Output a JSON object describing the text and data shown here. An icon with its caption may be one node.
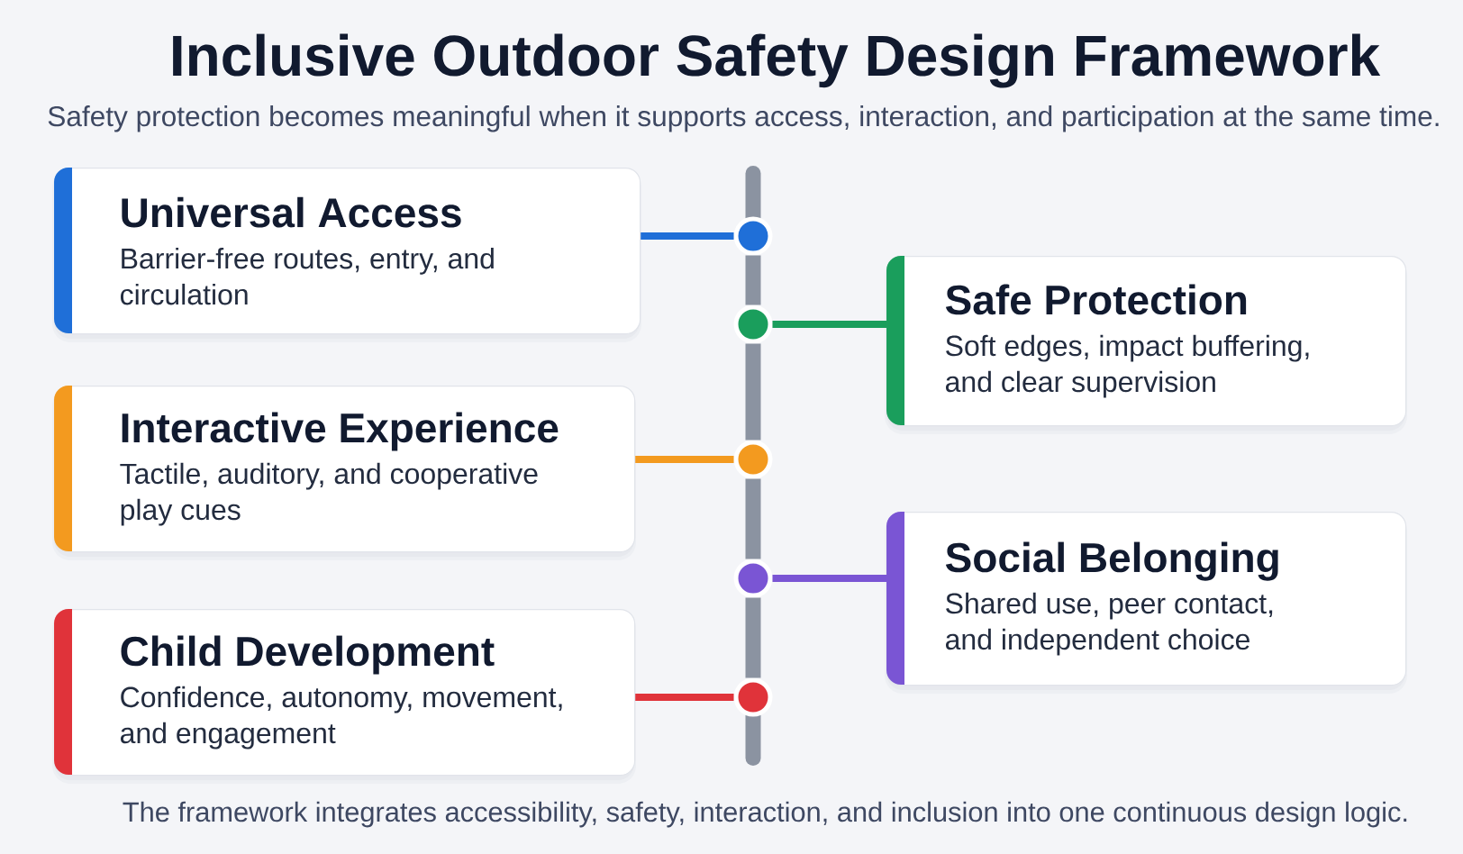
{
  "diagram": {
    "title": "Inclusive Outdoor Safety Design Framework",
    "caption": "The framework integrates accessibility, safety, interaction, and inclusion into one continuous design logic.",
    "nodes": [
      {
        "text": [
          "Universal Access",
          "Barrier-free routes, entry, and circulation"
        ]
      },
      {
        "text": [
          "Safe Protection",
          "Soft edges, impact buffering, and clear supervision"
        ]
      },
      {
        "text": [
          "Interactive Experience",
          "Tactile, auditory, and cooperative play cues"
        ]
      },
      {
        "text": [
          "Social Belonging",
          "Shared use, peer contact, and independent choice"
        ]
      },
      {
        "text": [
          "Child Development",
          "Confidence, autonomy, movement, and engagement"
        ]
      },
      {
        "text": [],
        "shape": "circle"
      },
      {
        "text": [],
        "shape": "circle"
      },
      {
        "text": [],
        "shape": "circle"
      },
      {
        "text": [],
        "shape": "circle"
      },
      {
        "text": [],
        "shape": "circle"
      }
    ],
    "edges": [
      {
        "from": 0,
        "to": 5,
        "arrow": "none",
        "color": "#1f6fd8"
      },
      {
        "from": 1,
        "to": 6,
        "arrow": "none",
        "color": "#1a9e5c"
      },
      {
        "from": 2,
        "to": 7,
        "arrow": "none",
        "color": "#f39a1f"
      },
      {
        "from": 3,
        "to": 8,
        "arrow": "none",
        "color": "#7a55d4"
      },
      {
        "from": 4,
        "to": 9,
        "arrow": "none",
        "color": "#e0333a"
      },
      {
        "from": 5,
        "to": 6,
        "arrow": "none",
        "style": "thick",
        "color": "#8b93a1"
      },
      {
        "from": 6,
        "to": 7,
        "arrow": "none",
        "style": "thick",
        "color": "#8b93a1"
      },
      {
        "from": 7,
        "to": 8,
        "arrow": "none",
        "style": "thick",
        "color": "#8b93a1"
      },
      {
        "from": 8,
        "to": 9,
        "arrow": "none",
        "style": "thick",
        "color": "#8b93a1"
      }
    ],
    "labels": [
      "Safety protection becomes meaningful when it supports access, interaction, and participation at the same time."
    ]
  }
}
